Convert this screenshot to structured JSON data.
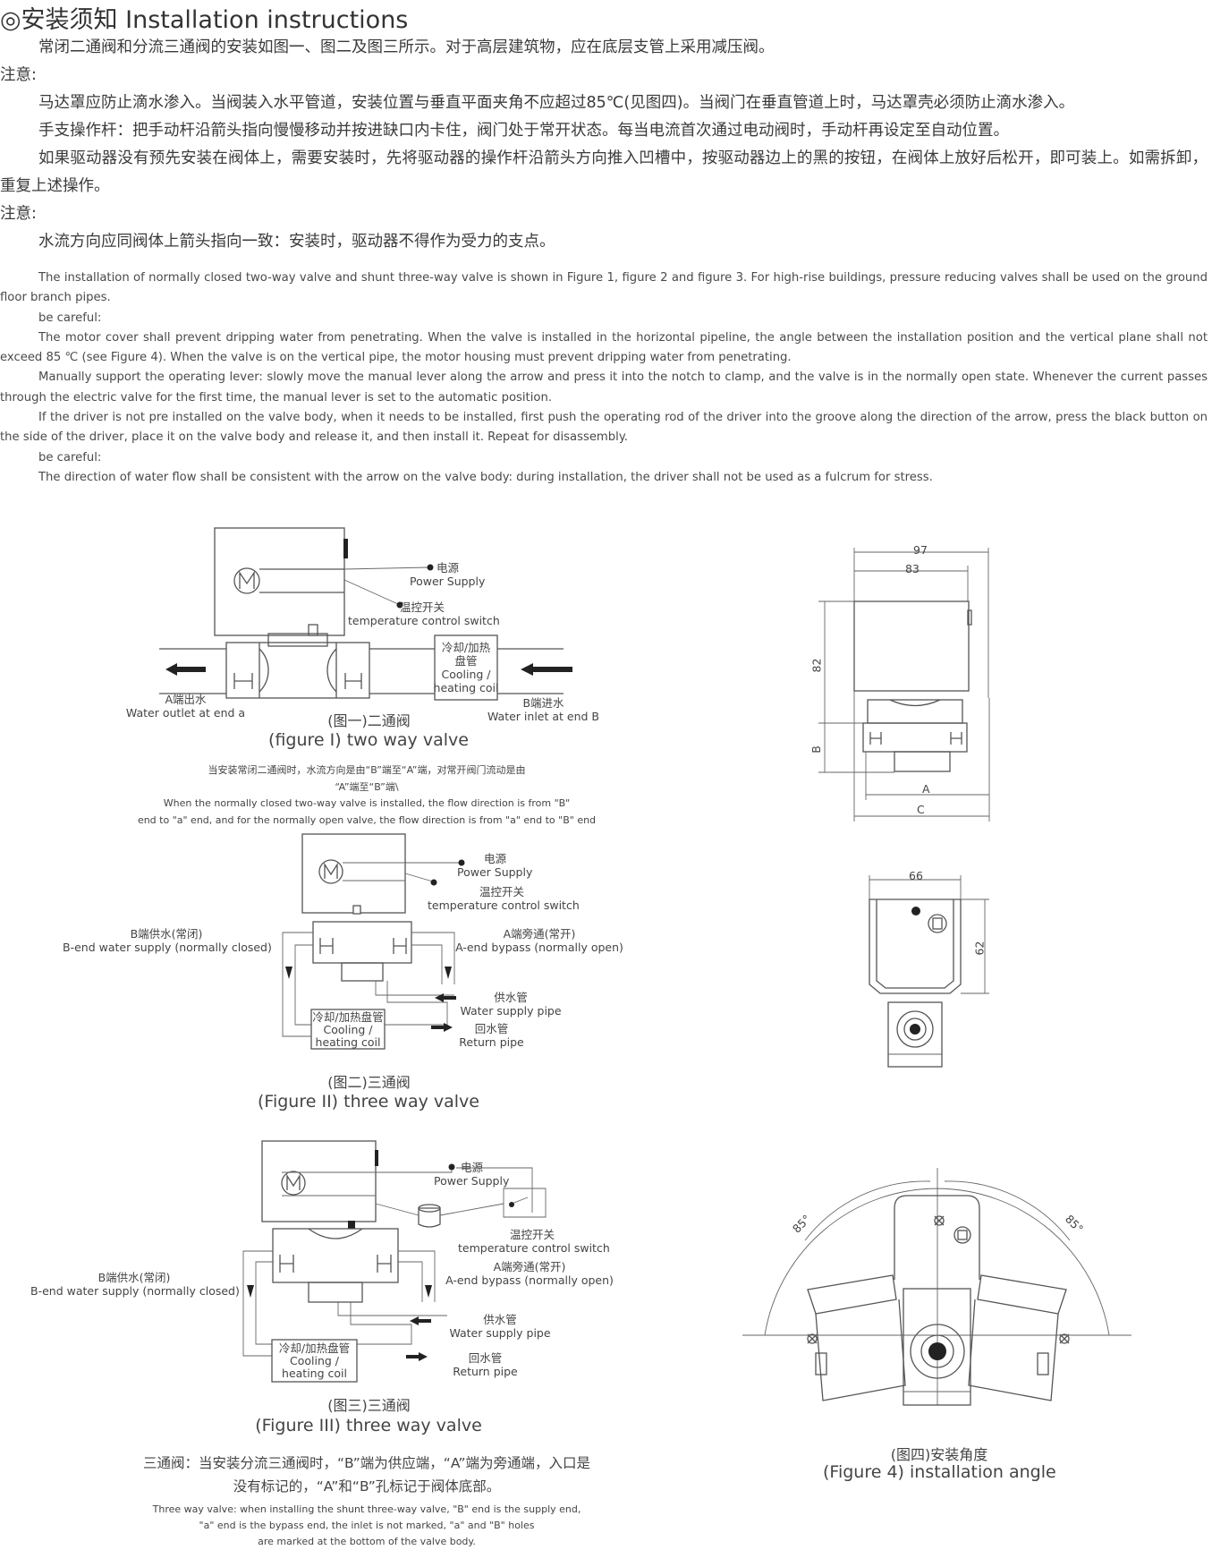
{
  "header": {
    "title": "◎安装须知 Installation instructions"
  },
  "chinese": {
    "p1": "常闭二通阀和分流三通阀的安装如图一、图二及图三所示。对于高层建筑物，应在底层支管上采用减压阀。",
    "note1": "注意:",
    "p2": "马达罩应防止滴水渗入。当阀装入水平管道，安装位置与垂直平面夹角不应超过85℃(见图四)。当阀门在垂直管道上时，马达罩壳必须防止滴水渗入。",
    "p3": "手支操作杆：把手动杆沿箭头指向慢慢移动并按进缺口内卡住，阀门处于常开状态。每当电流首次通过电动阀时，手动杆再设定至自动位置。",
    "p4": "如果驱动器没有预先安装在阀体上，需要安装时，先将驱动器的操作杆沿箭头方向推入凹槽中，按驱动器边上的黑的按钮，在阀体上放好后松开，即可装上。如需拆卸，重复上述操作。",
    "note2": "注意:",
    "p5": "水流方向应同阀体上箭头指向一致：安装时，驱动器不得作为受力的支点。"
  },
  "english": {
    "p1": "The installation of normally closed two-way valve and shunt three-way valve is shown in Figure 1, figure 2 and figure 3. For high-rise buildings, pressure reducing valves shall be used on the ground floor branch pipes.",
    "note1": "be careful:",
    "p2": "The motor cover shall prevent dripping water from penetrating. When the valve is installed in the horizontal pipeline, the angle between the installation position and the vertical plane shall not exceed 85 ℃ (see Figure 4). When the valve is on the vertical pipe, the motor housing must prevent dripping water from penetrating.",
    "p3": "Manually support the operating lever: slowly move the manual lever along the arrow and press it into the notch to clamp, and the valve is in the normally open state. Whenever the current passes through the electric valve for the first time, the manual lever is set to the automatic position.",
    "p4": "If the driver is not pre installed on the valve body, when it needs to be installed, first push the operating rod of the driver into the groove along the direction of the arrow, press the black button on the side of the driver, place it on the valve body and release it, and then install it. Repeat for disassembly.",
    "note2": "be careful:",
    "p5": "The direction of water flow shall be consistent with the arrow on the valve body: during installation, the driver shall not be used as a fulcrum for stress."
  },
  "fig1": {
    "power_cn": "电源",
    "power_en": "Power Supply",
    "temp_cn": "温控开关",
    "temp_en": "temperature control switch",
    "coil_cn1": "冷却/加热",
    "coil_cn2": "盘管",
    "coil_en1": "Cooling /",
    "coil_en2": "heating coil",
    "a_cn": "A端出水",
    "a_en": "Water outlet at end a",
    "b_cn": "B端进水",
    "b_en": "Water inlet at end B",
    "cap_cn": "(图一)二通阀",
    "cap_en": "(figure I) two way valve",
    "note_cn1": "当安装常闭二通阀时，水流方向是由“B”端至“A”端，对常开阀门流动是由",
    "note_cn2": "“A”端至“B”端\\",
    "note_en1": "When the normally closed two-way valve is installed, the flow direction is from \"B\"",
    "note_en2": "end to \"a\" end, and for the normally open valve, the flow direction is from \"a\" end to \"B\" end"
  },
  "fig2": {
    "power_cn": "电源",
    "power_en": "Power Supply",
    "temp_cn": "温控开关",
    "temp_en": "temperature control switch",
    "b_cn": "B端供水(常闭)",
    "b_en": "B-end water supply (normally closed)",
    "a_cn": "A端旁通(常开)",
    "a_en": "A-end bypass (normally open)",
    "supply_cn": "供水管",
    "supply_en": "Water supply pipe",
    "return_cn": "回水管",
    "return_en": "Return pipe",
    "coil_cn": "冷却/加热盘管",
    "coil_en1": "Cooling /",
    "coil_en2": "heating coil",
    "cap_cn": "(图二)三通阀",
    "cap_en": "(Figure II) three way valve"
  },
  "fig3": {
    "power_cn": "电源",
    "power_en": "Power Supply",
    "temp_cn": "温控开关",
    "temp_en": "temperature control switch",
    "b_cn": "B端供水(常闭)",
    "b_en": "B-end water supply (normally closed)",
    "a_cn": "A端旁通(常开)",
    "a_en": "A-end bypass (normally open)",
    "supply_cn": "供水管",
    "supply_en": "Water supply pipe",
    "return_cn": "回水管",
    "return_en": "Return pipe",
    "coil_cn": "冷却/加热盘管",
    "coil_en1": "Cooling /",
    "coil_en2": "heating coil",
    "cap_cn": "(图三)三通阀",
    "cap_en": "(Figure III) three way valve",
    "note_cn1": "三通阀：当安装分流三通阀时，“B”端为供应端，“A”端为旁通端，入口是",
    "note_cn2": "没有标记的，“A”和“B”孔标记于阀体底部。",
    "note_en1": "Three way valve: when installing the shunt three-way valve, \"B\" end is the supply end,",
    "note_en2": "\"a\" end is the bypass end, the inlet is not marked, \"a\" and \"B\" holes",
    "note_en3": "are marked at the bottom of the valve body."
  },
  "dims": {
    "d97": "97",
    "d83": "83",
    "d82": "82",
    "dB": "B",
    "dA": "A",
    "dC": "C",
    "d66": "66",
    "d62": "62"
  },
  "fig4": {
    "angle_left": "85°",
    "angle_right": "85°",
    "cap_cn": "(图四)安装角度",
    "cap_en": "(Figure 4) installation angle"
  },
  "icons": {
    "motor": "motor-m-icon",
    "arrow": "flow-arrow-icon"
  }
}
